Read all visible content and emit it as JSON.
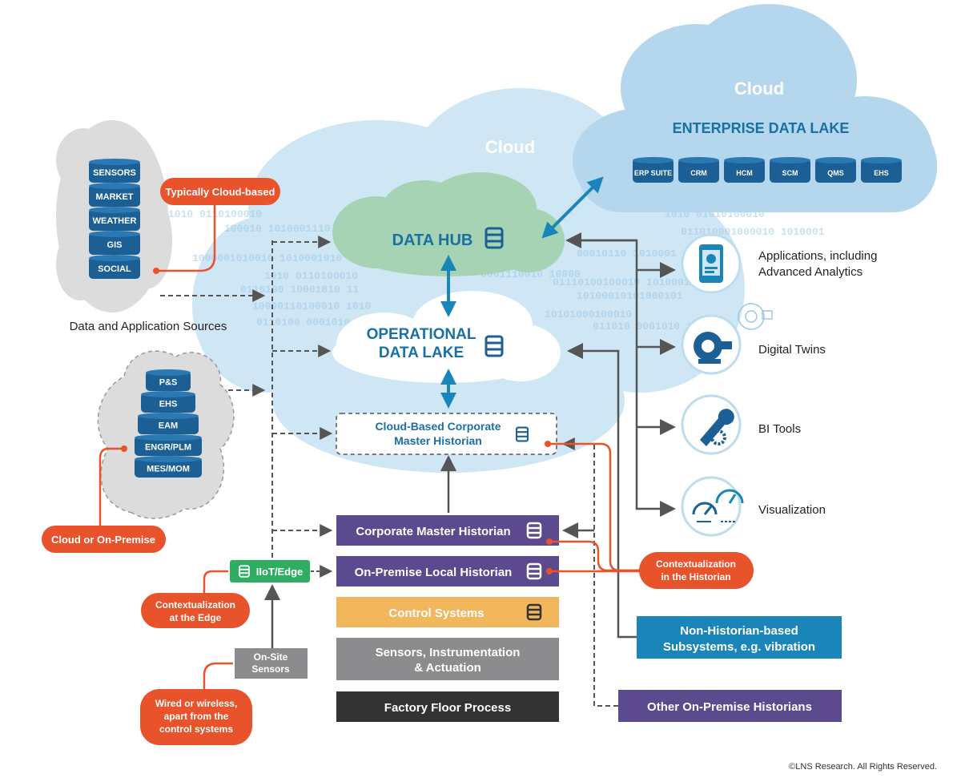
{
  "clouds": {
    "cloud_main": "Cloud",
    "cloud_enterprise": "Cloud",
    "enterprise_lake": "ENTERPRISE DATA LAKE"
  },
  "enterprise_items": [
    "ERP SUITE",
    "CRM",
    "HCM",
    "SCM",
    "QMS",
    "EHS"
  ],
  "hub": "DATA HUB",
  "odl": [
    "OPERATIONAL",
    "DATA LAKE"
  ],
  "cloud_historian": [
    "Cloud-Based Corporate",
    "Master Historian"
  ],
  "sources": {
    "items": [
      "SENSORS",
      "MARKET",
      "WEATHER",
      "GIS",
      "SOCIAL"
    ],
    "caption": "Data and Application Sources",
    "callout": "Typically Cloud-based"
  },
  "onprem_apps": {
    "items": [
      "P&S",
      "EHS",
      "EAM",
      "ENGR/PLM",
      "MES/MOM"
    ],
    "callout": "Cloud or On-Premise"
  },
  "stack": {
    "corp_master": "Corporate Master Historian",
    "local": "On-Premise Local Historian",
    "control": "Control Systems",
    "sensors": [
      "Sensors, Instrumentation",
      "& Actuation"
    ],
    "factory": "Factory Floor Process"
  },
  "edge": {
    "iiot": "IIoT/Edge",
    "callout": [
      "Contextualization",
      "at the Edge"
    ],
    "onsite": [
      "On-Site",
      "Sensors"
    ],
    "wired": [
      "Wired or wireless,",
      "apart from the",
      "control systems"
    ]
  },
  "historian_callout": [
    "Contextualization",
    "in the Historian"
  ],
  "right_boxes": {
    "non_historian": [
      "Non-Historian-based",
      "Subsystems, e.g. vibration"
    ],
    "other": "Other On-Premise Historians"
  },
  "apps": {
    "analytics": [
      "Applications, including",
      "Advanced Analytics"
    ],
    "twins": "Digital Twins",
    "bi": "BI Tools",
    "viz": "Visualization"
  },
  "binary_rows": [
    "1010  0110100010",
    "100010  1010001110",
    "1000001010010  1010001010",
    "0001110010  10000",
    "1010  0110100010",
    "01110100100010  10100010",
    "0116100  10001810  11",
    "10000110100010  1010",
    "0110100  0001010  10",
    "10101000100010",
    "10100010101000101",
    "1010  01010100010",
    "011010001000010  1010001",
    "00010110  1010001",
    "011010  0001010  11"
  ],
  "copyright": "©LNS Research. All Rights Reserved.",
  "colors": {
    "orange": "#e8532b",
    "purple": "#5c4a8f",
    "yellow": "#f2b65c",
    "gray": "#8c8c8e",
    "dark": "#333333",
    "blue": "#1a85b8",
    "green": "#2fae62",
    "hub_green": "#a6d3b3",
    "cloud_blue": "#cfe6f5",
    "cloud_blue_dark": "#b5d7ee",
    "db_navy": "#1b5f95",
    "text_blue": "#1a6fa3"
  }
}
